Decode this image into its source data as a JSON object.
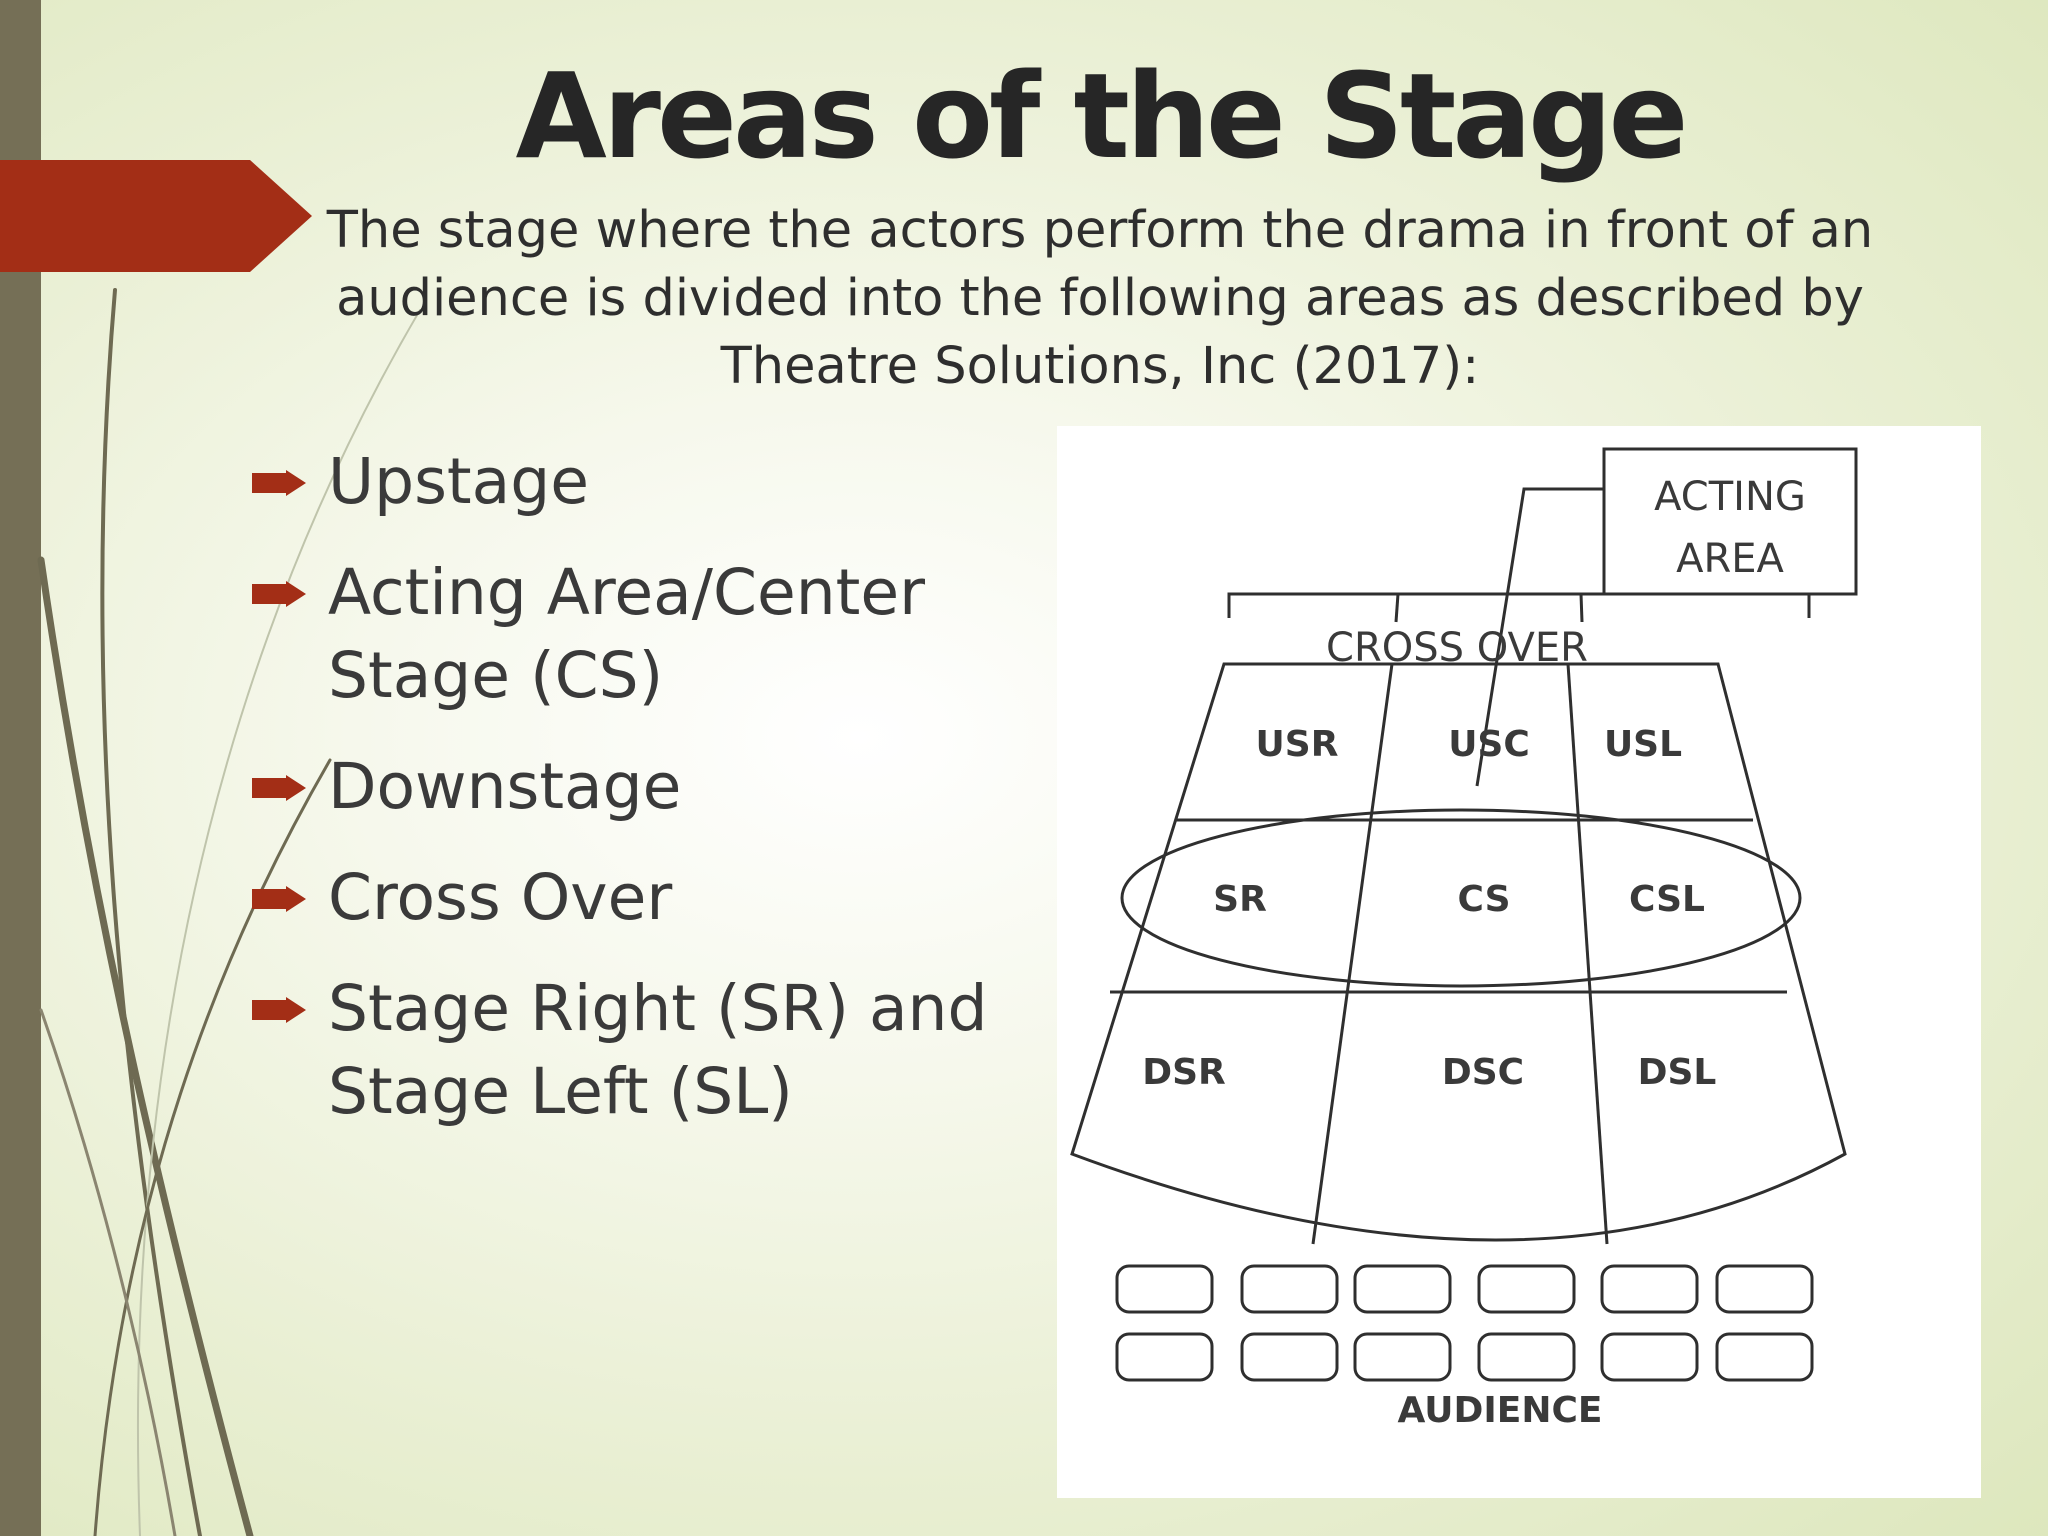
{
  "slide": {
    "title": "Areas of the Stage",
    "subtitle": "The stage where the actors perform the drama in front of an audience is divided into the following areas as described by Theatre Solutions, Inc (2017):",
    "bullets": [
      "Upstage",
      "Acting Area/Center Stage (CS)",
      "Downstage",
      "Cross Over",
      "Stage Right (SR) and Stage Left (SL)"
    ],
    "icons": {
      "bullet": "arrow-bullet-icon"
    },
    "colors": {
      "accent": "#a32e16",
      "left_bar": "#756f56",
      "text": "#262626"
    }
  },
  "diagram": {
    "acting_area_line1": "ACTING",
    "acting_area_line2": "AREA",
    "cross_over": "CROSS OVER",
    "regions": [
      "USR",
      "USC",
      "USL",
      "SR",
      "CS",
      "CSL",
      "DSR",
      "DSC",
      "DSL"
    ],
    "audience": "AUDIENCE"
  }
}
